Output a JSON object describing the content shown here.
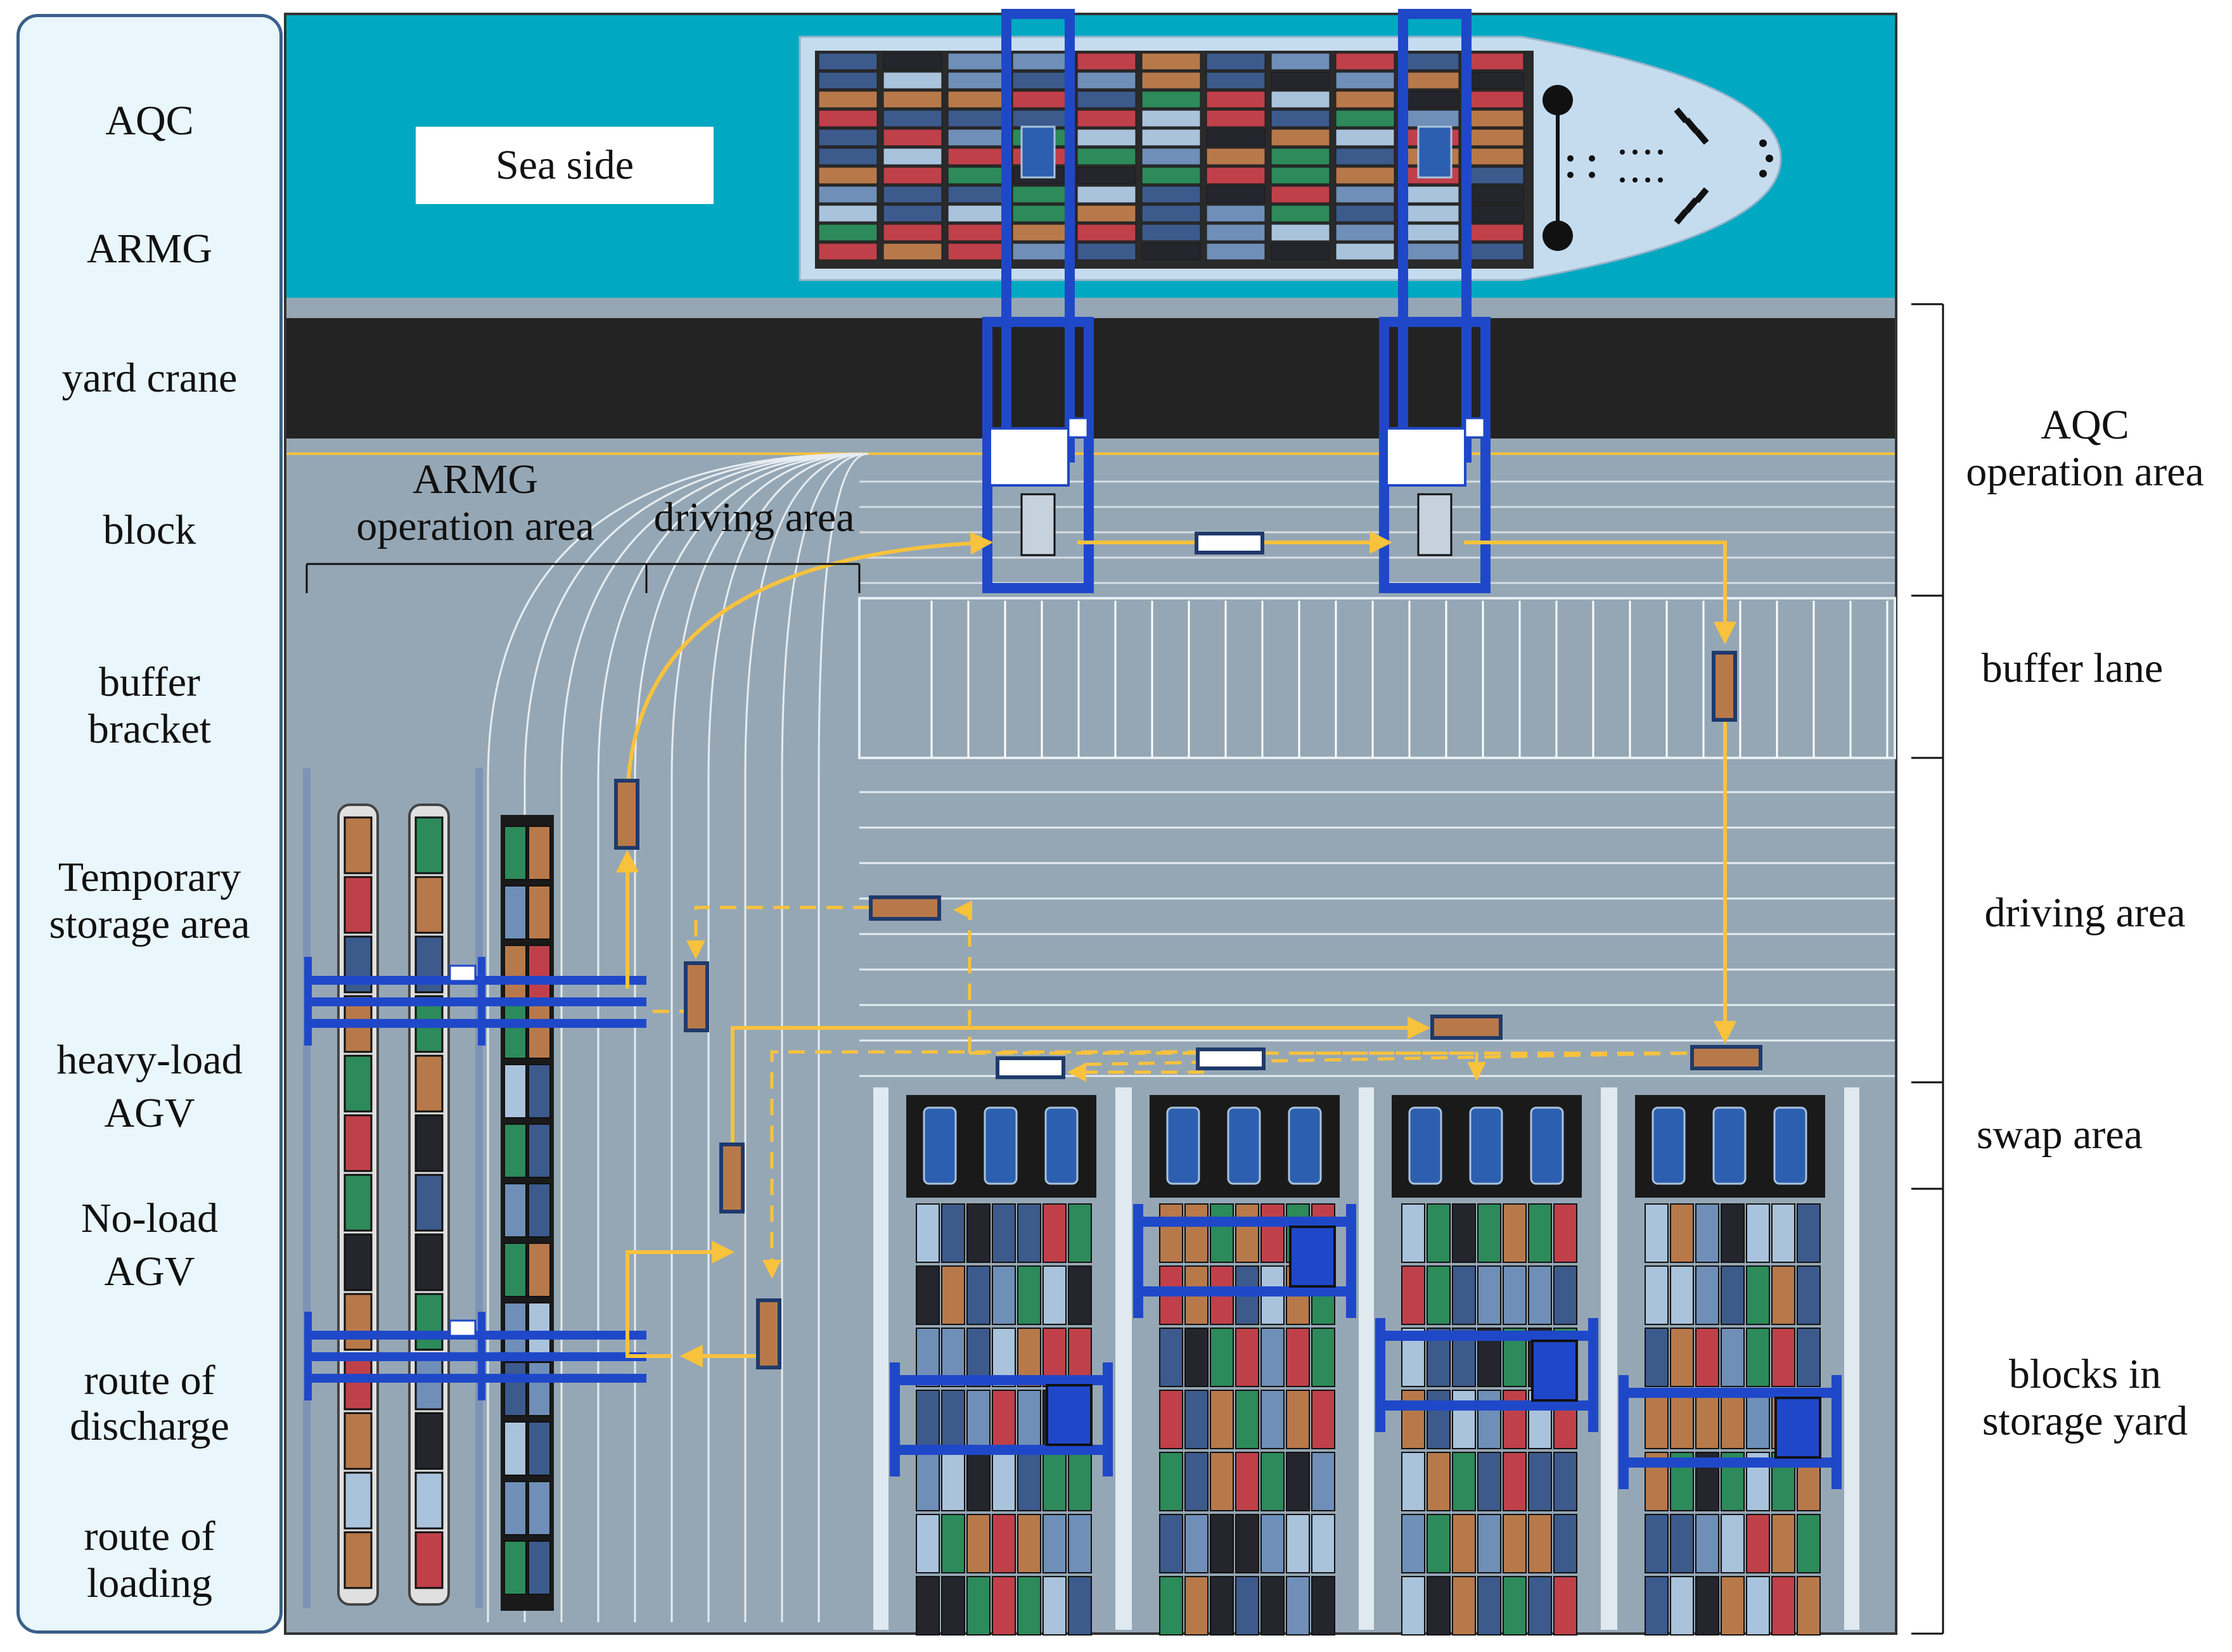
{
  "legend": {
    "aqc": "AQC",
    "armg": "ARMG",
    "yard_crane": "yard crane",
    "block": "block",
    "buffer_bracket_1": "buffer",
    "buffer_bracket_2": "bracket",
    "temp_storage_1": "Temporary",
    "temp_storage_2": "storage area",
    "heavy_agv_1": "heavy-load",
    "heavy_agv_2": "AGV",
    "noload_agv_1": "No-load",
    "noload_agv_2": "AGV",
    "discharge_1": "route of",
    "discharge_2": "discharge",
    "loading_1": "route of",
    "loading_2": "loading"
  },
  "map_labels": {
    "sea_side": "Sea side",
    "armg_area_1": "ARMG",
    "armg_area_2": "operation area",
    "driving_area_left": "driving area"
  },
  "zones": {
    "aqc_1": "AQC",
    "aqc_2": "operation area",
    "buffer_lane": "buffer lane",
    "driving_area": "driving area",
    "swap_area": "swap area",
    "blocks_1": "blocks in",
    "blocks_2": "storage yard"
  },
  "colors": {
    "sea": "#00a9c1",
    "yard": "#95a7b5",
    "road": "#232323",
    "crane_blue": "#1f48c9",
    "container_brown": "#b8794a",
    "route_yellow": "#f9c23c",
    "legend_bg": "#e9f6fb"
  },
  "icons": [
    "aqc-icon",
    "armg-icon",
    "yard-crane-icon",
    "block-icon",
    "buffer-bracket-icon",
    "temporary-storage-icon",
    "heavy-load-agv-icon",
    "no-load-agv-icon",
    "discharge-route-icon",
    "loading-route-icon"
  ]
}
